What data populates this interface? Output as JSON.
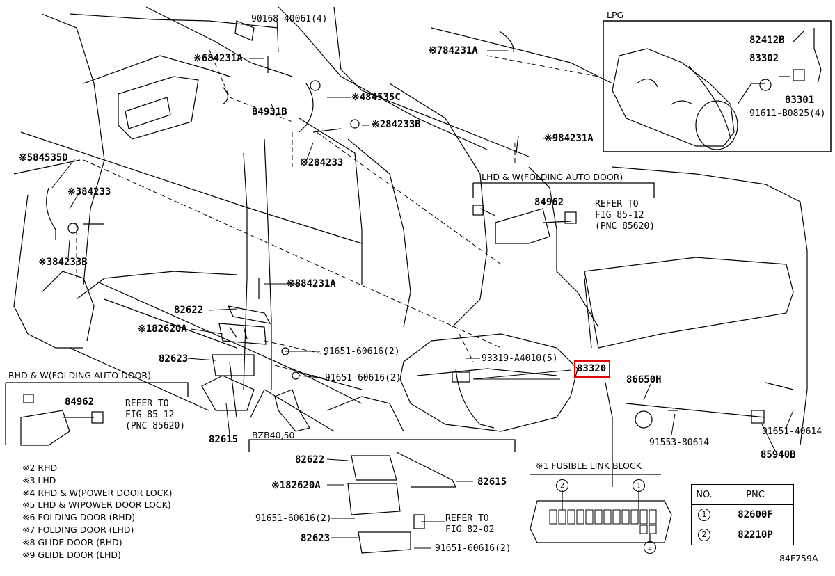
{
  "labels": {
    "p90168": "90168-40061(4)",
    "p84231A_6": "※684231A",
    "p84231A_7": "※784231A",
    "p84535C": "※484535C",
    "p84931B": "84931B",
    "p84233B_2": "※284233B",
    "p84233_2": "※284233",
    "p84231A_9": "※984231A",
    "p84535D": "※584535D",
    "p84233_3": "※384233",
    "p84233B_3": "※384233B",
    "p84231A_8": "※884231A",
    "p82622": "82622",
    "p82620A": "※182620A",
    "p91651_a": "91651-60616(2)",
    "p82623": "82623",
    "p91651_b": "91651-60616(2)",
    "p82615": "82615",
    "p93319": "93319-A4010(5)",
    "p83320": "83320",
    "p86650H": "86650H",
    "p91553": "91553-80614",
    "p91651_40614": "91651-40614",
    "p85940B": "85940B",
    "p84962_lhd": "84962",
    "p84962_rhd": "84962",
    "p82412B": "82412B",
    "p83302": "83302",
    "p83301": "83301",
    "p91611": "91611-B0825(4)",
    "b82622": "82622",
    "b82620A": "※182620A",
    "b82615": "82615",
    "b91651_a": "91651-60616(2)",
    "b82623": "82623",
    "b91651_b": "91651-60616(2)"
  },
  "refs": {
    "lhd_refer": [
      "REFER TO",
      "FIG 85-12",
      "(PNC 85620)"
    ],
    "rhd_refer": [
      "REFER TO",
      "FIG 85-12",
      "(PNC 85620)"
    ],
    "bzb_refer": [
      "REFER TO",
      "FIG 82-02"
    ]
  },
  "boxes": {
    "lpg_title": "LPG",
    "lhd_title": "LHD & W(FOLDING AUTO DOOR)",
    "rhd_title": "RHD & W(FOLDING AUTO DOOR)",
    "bzb_title": "BZB40,50",
    "fusible_title": "※1 FUSIBLE LINK BLOCK",
    "fig_code": "84F759A"
  },
  "legend": [
    "※2 RHD",
    "※3 LHD",
    "※4 RHD & W(POWER DOOR LOCK)",
    "※5 LHD & W(POWER DOOR LOCK)",
    "※6 FOLDING DOOR (RHD)",
    "※7 FOLDING DOOR (LHD)",
    "※8 GLIDE DOOR (RHD)",
    "※9 GLIDE DOOR (LHD)"
  ],
  "pnc_table": {
    "headers": [
      "NO.",
      "PNC"
    ],
    "rows": [
      {
        "no": "1",
        "pnc": "82600F"
      },
      {
        "no": "2",
        "pnc": "82210P"
      }
    ]
  },
  "fuse_markers": {
    "left": "2",
    "right": "1",
    "bottom": "2"
  },
  "highlight": {
    "part": "83320",
    "color": "#e00000"
  }
}
